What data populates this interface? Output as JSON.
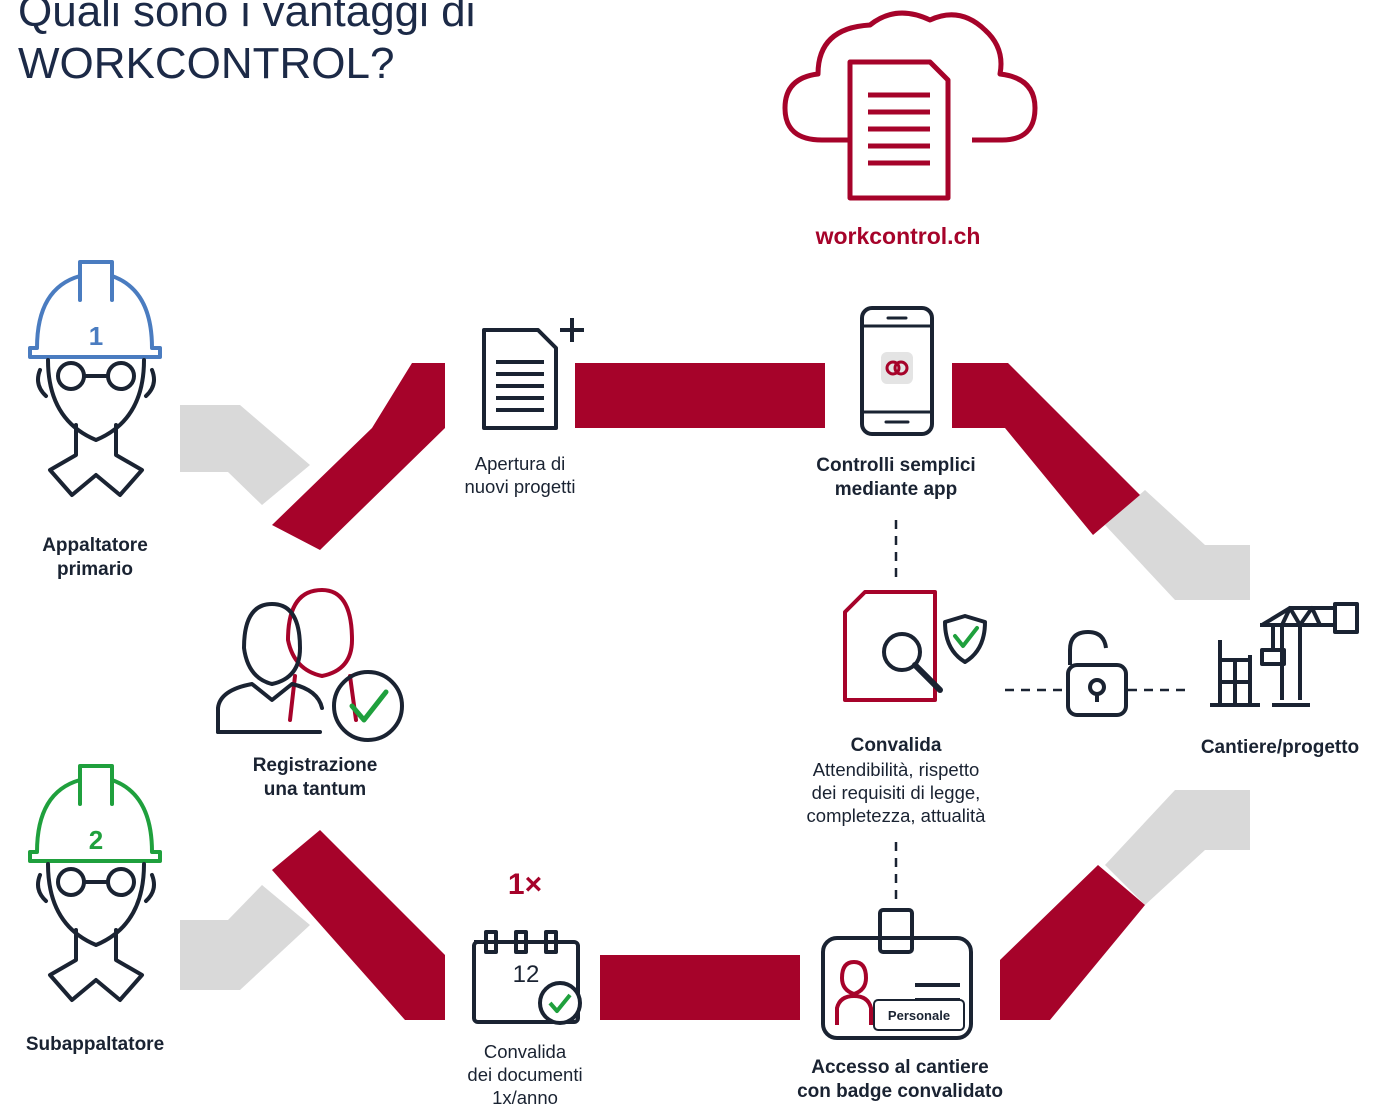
{
  "title": {
    "line1": "Quali sono i vantaggi di",
    "line2": "WORKCONTROL?"
  },
  "cloud": {
    "label": "workcontrol.ch"
  },
  "roles": {
    "primary": {
      "badge": "1",
      "label_1": "Appaltatore",
      "label_2": "primario"
    },
    "sub": {
      "badge": "2",
      "label": "Subappaltatore"
    }
  },
  "steps": {
    "registration": {
      "line1": "Registrazione",
      "line2": "una tantum"
    },
    "new_projects": {
      "line1": "Apertura di",
      "line2": "nuovi progetti"
    },
    "app_checks": {
      "line1": "Controlli semplici",
      "line2": "mediante app"
    },
    "validation": {
      "title": "Convalida",
      "line1": "Attendibilità, rispetto",
      "line2": "dei requisiti di legge,",
      "line3": "completezza, attualità"
    },
    "site": {
      "label": "Cantiere/progetto"
    },
    "docs": {
      "badge": "1×",
      "day": "12",
      "line1": "Convalida",
      "line2": "dei documenti",
      "line3": "1x/anno"
    },
    "badge_access": {
      "card_label": "Personale",
      "line1": "Accesso al cantiere",
      "line2": "con badge convalidato"
    }
  },
  "colors": {
    "brand_red": "#a6032a",
    "navy": "#1a2332",
    "gray_path": "#d9d9d9",
    "blue": "#4a7cc0",
    "green": "#1fa03d"
  }
}
